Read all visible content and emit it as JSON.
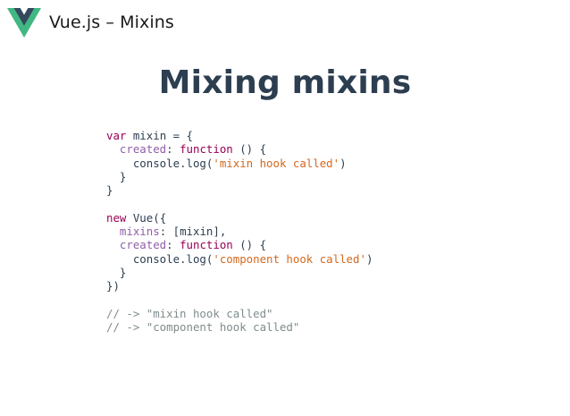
{
  "header": {
    "logo_icon": "vue-logo-icon",
    "title": "Vue.js – Mixins"
  },
  "slide": {
    "title": "Mixing mixins"
  },
  "code": {
    "l1": {
      "kw": "var",
      "rest": " mixin = {"
    },
    "l2": {
      "indent": "  ",
      "prop": "created",
      "sep": ": ",
      "kw": "function",
      "rest": " () {"
    },
    "l3": {
      "pre": "    console.log(",
      "str": "'mixin hook called'",
      "post": ")"
    },
    "l4": {
      "text": "  }"
    },
    "l5": {
      "text": "}"
    },
    "l7": {
      "kw": "new",
      "rest": " Vue({"
    },
    "l8": {
      "indent": "  ",
      "prop": "mixins",
      "rest": ": [mixin],"
    },
    "l9": {
      "indent": "  ",
      "prop": "created",
      "sep": ": ",
      "kw": "function",
      "rest": " () {"
    },
    "l10": {
      "pre": "    console.log(",
      "str": "'component hook called'",
      "post": ")"
    },
    "l11": {
      "text": "  }"
    },
    "l12": {
      "text": "})"
    },
    "l14": {
      "text": "// -> \"mixin hook called\""
    },
    "l15": {
      "text": "// -> \"component hook called\""
    }
  },
  "colors": {
    "title": "#2c3e50",
    "keyword": "#990055",
    "property": "#905fa8",
    "string": "#d2691e",
    "comment": "#7f8c8d",
    "vue_green": "#41b883",
    "vue_dark": "#35495e"
  }
}
